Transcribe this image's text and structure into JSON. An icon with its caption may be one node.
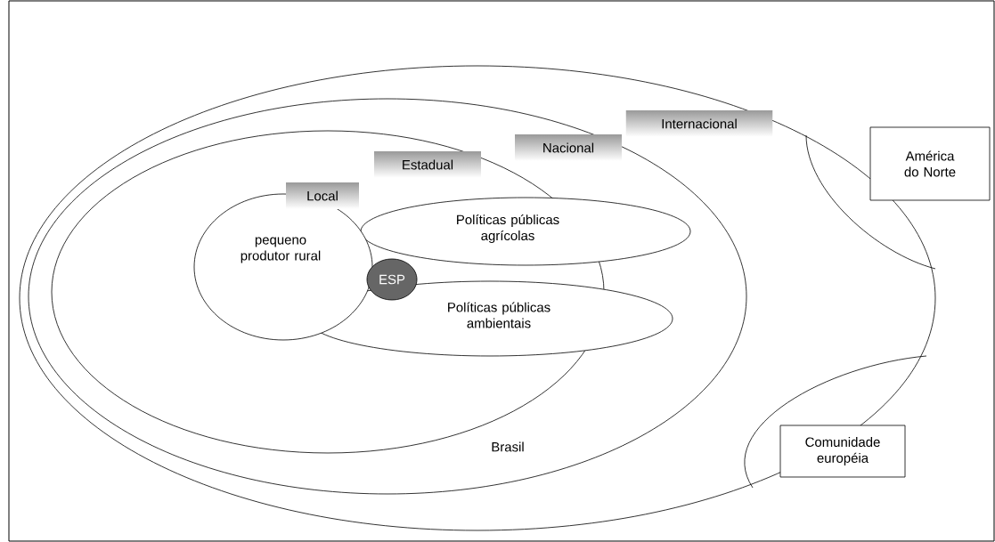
{
  "diagram": {
    "nodes": [
      {
        "text": [
          "Internacional"
        ]
      },
      {
        "text": [
          "Nacional",
          "Brasil"
        ],
        "in": 0
      },
      {
        "text": [
          "Estadual"
        ],
        "in": 1
      },
      {
        "text": [
          "Local",
          "pequeno produtor rural"
        ],
        "in": 2
      },
      {
        "text": [
          "Políticas públicas agrícolas"
        ],
        "in": 1
      },
      {
        "text": [
          "Políticas públicas ambientais"
        ],
        "in": 1
      },
      {
        "text": [
          "ESP"
        ],
        "in": 2
      },
      {
        "text": [
          "América do Norte"
        ]
      },
      {
        "text": [
          "Comunidade européia"
        ]
      }
    ]
  }
}
